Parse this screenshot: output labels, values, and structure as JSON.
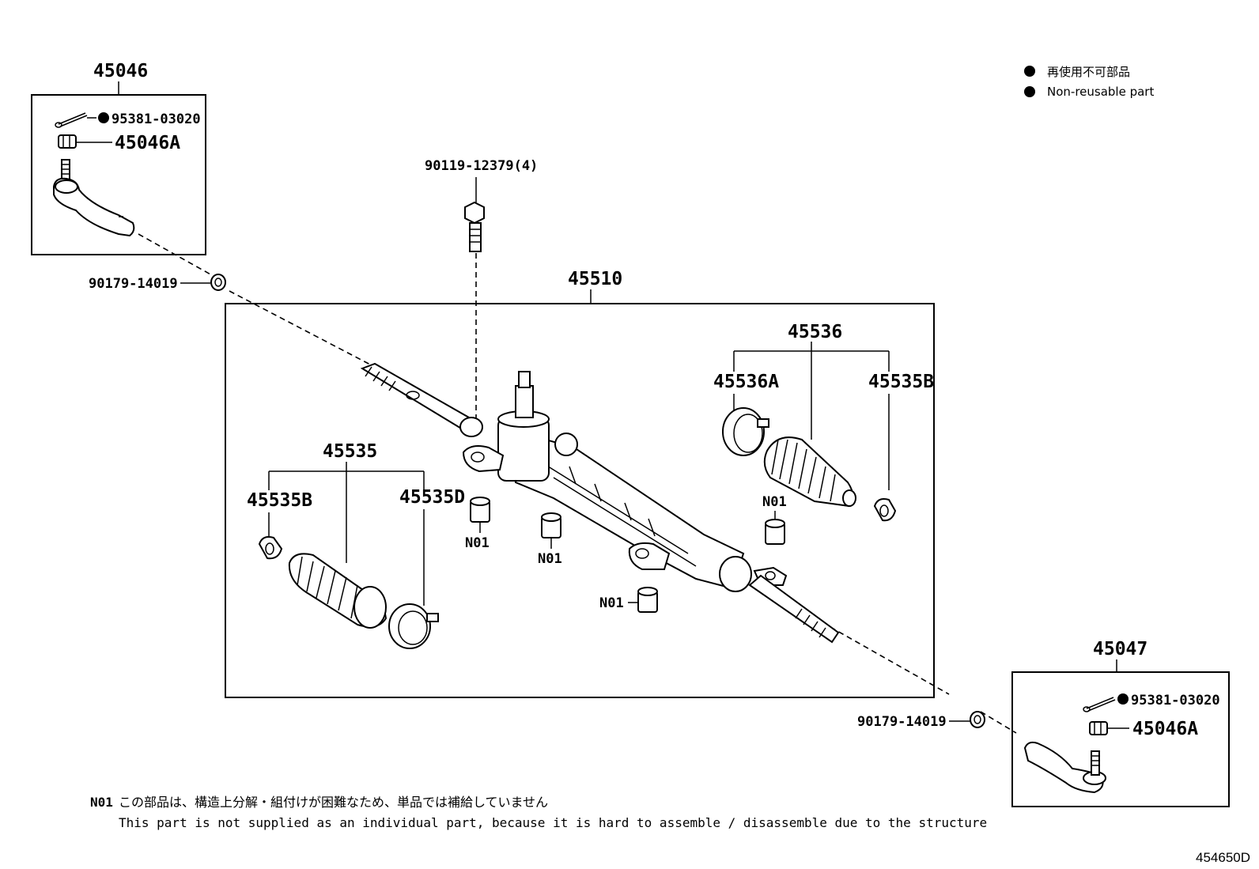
{
  "legend": {
    "items": [
      {
        "bullet": "●",
        "text": "再使用不可部品"
      },
      {
        "bullet": "●",
        "text": "Non-reusable part"
      }
    ]
  },
  "parts": {
    "tie_rod_end_lh": "45046",
    "cotter_pin_lh": "95381-03020",
    "nut_lh": "45046A",
    "lock_nut_lh": "90179-14019",
    "bolt": "90119-12379(4)",
    "rack_assy": "45510",
    "boot_kit_rh": "45536",
    "clamp_rh": "45536A",
    "clip_rh": "45535B",
    "boot_kit_lh": "45535",
    "clip_lh": "45535B",
    "clamp_lh": "45535D",
    "n01_a": "N01",
    "n01_b": "N01",
    "n01_c": "N01",
    "n01_d": "N01",
    "tie_rod_end_rh": "45047",
    "cotter_pin_rh": "95381-03020",
    "nut_rh": "45046A",
    "lock_nut_rh": "90179-14019"
  },
  "note": {
    "code": "N01",
    "japanese": "この部品は、構造上分解・組付けが困難なため、単品では補給していません",
    "english": "This part is not supplied as an individual part, because it is hard to assemble / disassemble due to the structure"
  },
  "illustration_id": "454650D"
}
